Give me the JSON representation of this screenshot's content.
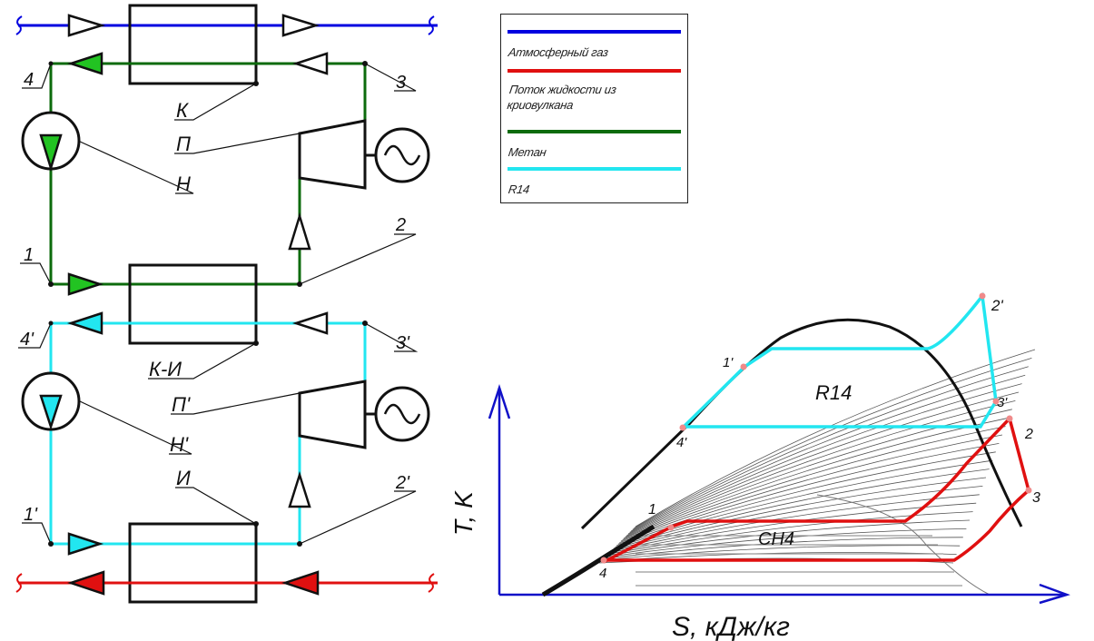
{
  "colors": {
    "atmospheric_gas": "#0000e0",
    "cryovolcano_liquid": "#e01010",
    "methane": "#0c6b0c",
    "methane_arrow_fill": "#22c322",
    "r14": "#22e6f0",
    "r14_arrow_fill": "#22e6f0",
    "point_marker": "#f08a8a",
    "axis": "#1010c8"
  },
  "legend": {
    "items": [
      {
        "label": "Атмосферный газ",
        "color_key": "atmospheric_gas"
      },
      {
        "label": "Поток жидкости из криовулкана",
        "color_key": "cryovolcano_liquid"
      },
      {
        "label": "Метан",
        "color_key": "methane"
      },
      {
        "label": "R14",
        "color_key": "r14"
      }
    ]
  },
  "scheme": {
    "upper_loop": {
      "fluid": "Метан",
      "points": [
        "1",
        "2",
        "3",
        "4"
      ],
      "components": {
        "condenser": "К",
        "turbine": "П",
        "pump": "Н"
      }
    },
    "lower_loop": {
      "fluid": "R14",
      "points": [
        "1'",
        "2'",
        "3'",
        "4'"
      ],
      "components": {
        "condenser_evaporator": "К-И",
        "turbine": "П'",
        "pump": "Н'",
        "evaporator": "И"
      }
    }
  },
  "chart_data": {
    "type": "line",
    "title": "",
    "xlabel": "S, кДж/кг",
    "ylabel": "T, K",
    "grid": false,
    "legend": "none",
    "annotations": [
      "R14",
      "CH4"
    ],
    "series": [
      {
        "name": "R14 cycle",
        "color_key": "r14",
        "points": [
          {
            "label": "4'"
          },
          {
            "label": "1'"
          },
          {
            "label": "2'"
          },
          {
            "label": "3'"
          }
        ]
      },
      {
        "name": "CH4 cycle",
        "color_key": "cryovolcano_liquid",
        "points": [
          {
            "label": "4"
          },
          {
            "label": "1"
          },
          {
            "label": "2"
          },
          {
            "label": "3"
          }
        ]
      }
    ]
  }
}
